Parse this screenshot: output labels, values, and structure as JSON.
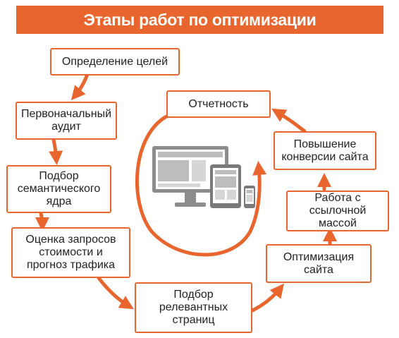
{
  "title": "Этапы работ по оптимизации",
  "steps": [
    "Определение целей",
    "Первоначальный\nаудит",
    "Подбор\nсемантического\nядра",
    "Оценка запросов\nстоимости и\nпрогноз трафика",
    "Подбор\nрелевантных\nстраниц",
    "Оптимизация\nсайта",
    "Работа с\nссылочной массой",
    "Повышение\nконверсии сайта",
    "Отчетность"
  ],
  "center_icon": "devices-icon",
  "colors": {
    "accent": "#e8652d",
    "text": "#222222",
    "device": "#8c8c8c"
  }
}
